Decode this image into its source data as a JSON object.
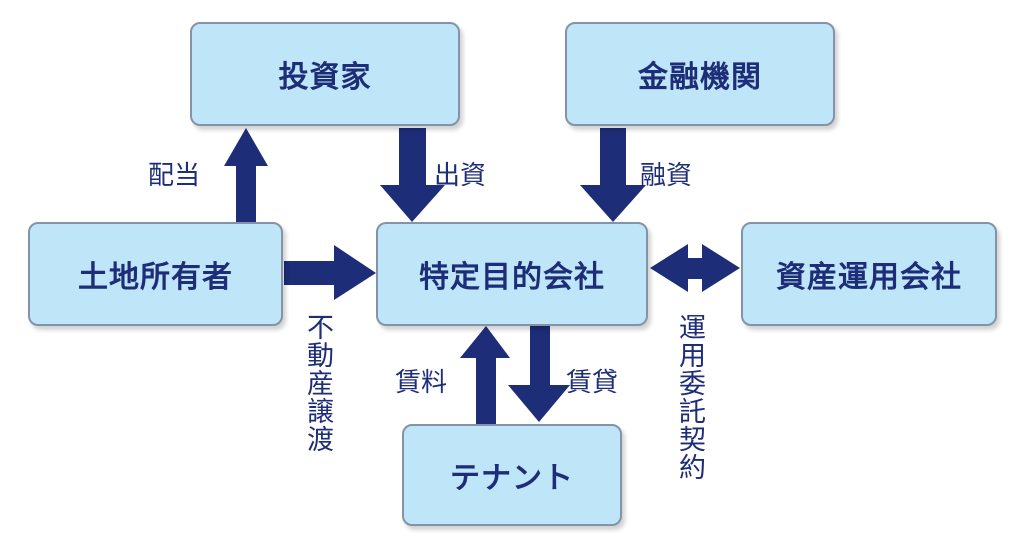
{
  "colors": {
    "box_fill": "#bfe6f8",
    "box_border": "#8593a8",
    "text": "#1e2d78",
    "arrow": "#1e2d78"
  },
  "nodes": {
    "investor": "投資家",
    "financial_institution": "金融機関",
    "landowner": "土地所有者",
    "spc": "特定目的会社",
    "asset_manager": "資産運用会社",
    "tenant": "テナント"
  },
  "edges": {
    "dividend": "配当",
    "investment": "出資",
    "loan": "融資",
    "transfer": "不動産譲渡",
    "rent": "賃料",
    "lease": "賃貸",
    "consignment": "運用委託契約"
  }
}
